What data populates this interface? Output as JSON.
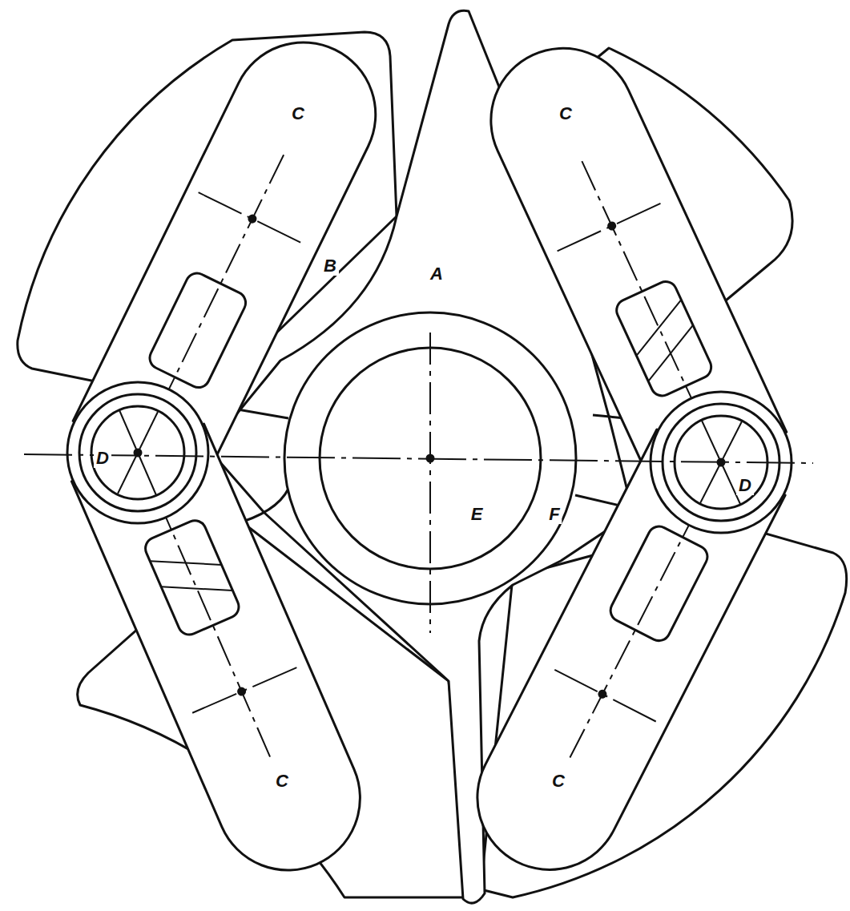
{
  "diagram": {
    "labels": [
      "C",
      "C",
      "B",
      "A",
      "D",
      "D",
      "E",
      "F",
      "C",
      "C"
    ]
  }
}
